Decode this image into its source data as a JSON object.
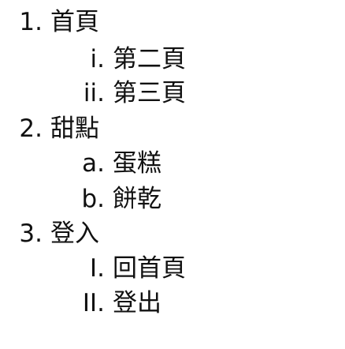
{
  "menu": {
    "sections": [
      {
        "marker": "1.",
        "label": "首頁",
        "children": [
          {
            "marker": "i.",
            "label": "第二頁"
          },
          {
            "marker": "ii.",
            "label": "第三頁"
          }
        ]
      },
      {
        "marker": "2.",
        "label": "甜點",
        "children": [
          {
            "marker": "a.",
            "label": "蛋糕"
          },
          {
            "marker": "b.",
            "label": "餅乾"
          }
        ]
      },
      {
        "marker": "3.",
        "label": "登入",
        "children": [
          {
            "marker": "I.",
            "label": "回首頁"
          },
          {
            "marker": "II.",
            "label": "登出"
          }
        ]
      }
    ]
  }
}
